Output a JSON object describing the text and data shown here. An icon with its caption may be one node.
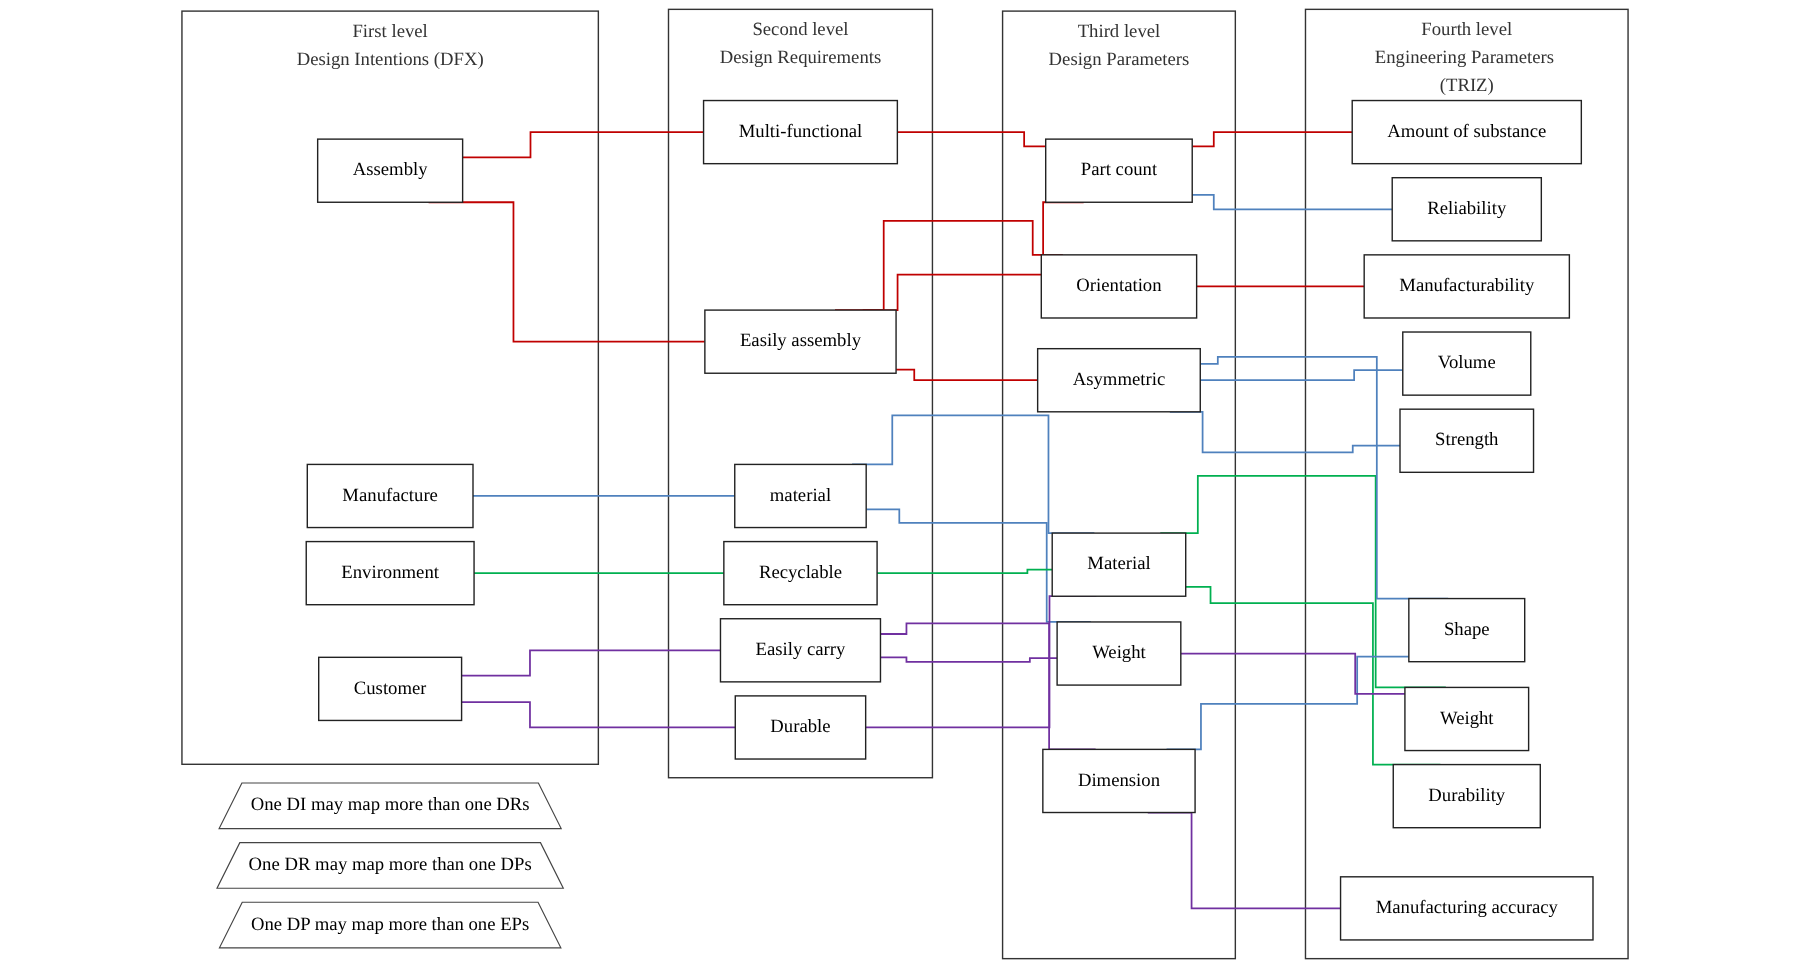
{
  "diagram": {
    "nodes": [
      {
        "text": [
          "First level",
          "Design Intentions (DFX)"
        ]
      },
      {
        "text": [
          "Assembly"
        ],
        "in": 0
      },
      {
        "text": [
          "Manufacture"
        ],
        "in": 0
      },
      {
        "text": [
          "Environment"
        ],
        "in": 0
      },
      {
        "text": [
          "Customer"
        ],
        "in": 0
      },
      {
        "text": [
          "One DI may map more than one DRs"
        ]
      },
      {
        "text": [
          "Second level",
          "Design Requirements"
        ]
      },
      {
        "text": [
          "material"
        ],
        "in": 6
      },
      {
        "text": [
          "Easily carry"
        ],
        "in": 6
      },
      {
        "text": [
          "Recyclable"
        ],
        "in": 6
      },
      {
        "text": [
          "Multi-functional"
        ],
        "in": 6
      },
      {
        "text": [
          "Durable"
        ],
        "in": 6
      },
      {
        "text": [
          "Easily assembly"
        ],
        "in": 6
      },
      {
        "text": [
          "One DR may map more than one DPs"
        ]
      },
      {
        "text": [
          "Third level",
          "Design Parameters"
        ]
      },
      {
        "text": [
          "Part count"
        ],
        "in": 14
      },
      {
        "text": [
          "Material"
        ],
        "in": 14
      },
      {
        "text": [
          "Orientation"
        ],
        "in": 14
      },
      {
        "text": [
          "Asymmetric"
        ],
        "in": 14
      },
      {
        "text": [
          "Dimension"
        ],
        "in": 14
      },
      {
        "text": [
          "Weight"
        ],
        "in": 14
      },
      {
        "text": [
          "One DP may map more than one EPs"
        ]
      },
      {
        "text": [
          "Fourth level",
          "Engineering Parameters (TRIZ)"
        ]
      },
      {
        "text": [
          "Shape"
        ],
        "in": 22
      },
      {
        "text": [
          "Weight"
        ],
        "in": 22
      },
      {
        "text": [
          "Volume"
        ],
        "in": 22
      },
      {
        "text": [
          "Durability"
        ],
        "in": 22
      },
      {
        "text": [
          "Amount of substance"
        ],
        "in": 22
      },
      {
        "text": [
          "Strength"
        ],
        "in": 22
      },
      {
        "text": [
          "Manufacturability"
        ],
        "in": 22
      },
      {
        "text": [
          "Manufacturing accuracy"
        ],
        "in": 22
      },
      {
        "text": [
          "Reliability"
        ],
        "in": 22
      }
    ],
    "edges": [
      {
        "from": 1,
        "to": 10,
        "arrow": "none",
        "color": "#c00000"
      },
      {
        "from": 1,
        "to": 12,
        "arrow": "none",
        "color": "#c00000"
      },
      {
        "from": 2,
        "to": 7,
        "arrow": "none",
        "color": "#4f81bd"
      },
      {
        "from": 3,
        "to": 9,
        "arrow": "none",
        "color": "#00b050"
      },
      {
        "from": 4,
        "to": 8,
        "arrow": "none",
        "color": "#7030a0"
      },
      {
        "from": 4,
        "to": 11,
        "arrow": "none",
        "color": "#7030a0"
      },
      {
        "from": 7,
        "to": 16,
        "arrow": "none",
        "color": "#4f81bd"
      },
      {
        "from": 7,
        "to": 20,
        "arrow": "none",
        "color": "#4f81bd"
      },
      {
        "from": 8,
        "to": 19,
        "arrow": "none",
        "color": "#7030a0"
      },
      {
        "from": 8,
        "to": 20,
        "arrow": "none",
        "color": "#7030a0"
      },
      {
        "from": 9,
        "to": 16,
        "arrow": "none",
        "color": "#00b050"
      },
      {
        "from": 10,
        "to": 15,
        "arrow": "none",
        "color": "#c00000"
      },
      {
        "from": 11,
        "to": 16,
        "arrow": "none",
        "color": "#7030a0"
      },
      {
        "from": 12,
        "to": 17,
        "arrow": "none",
        "color": "#c00000"
      },
      {
        "from": 12,
        "to": 15,
        "arrow": "none",
        "color": "#c00000"
      },
      {
        "from": 12,
        "to": 18,
        "arrow": "none",
        "color": "#c00000"
      },
      {
        "from": 15,
        "to": 27,
        "arrow": "none",
        "color": "#c00000"
      },
      {
        "from": 15,
        "to": 31,
        "arrow": "none",
        "color": "#4f81bd"
      },
      {
        "from": 16,
        "to": 24,
        "arrow": "none",
        "color": "#00b050"
      },
      {
        "from": 16,
        "to": 26,
        "arrow": "none",
        "color": "#00b050"
      },
      {
        "from": 17,
        "to": 29,
        "arrow": "none",
        "color": "#c00000"
      },
      {
        "from": 18,
        "to": 23,
        "arrow": "none",
        "color": "#4f81bd"
      },
      {
        "from": 18,
        "to": 25,
        "arrow": "none",
        "color": "#4f81bd"
      },
      {
        "from": 18,
        "to": 28,
        "arrow": "none",
        "color": "#4f81bd"
      },
      {
        "from": 19,
        "to": 23,
        "arrow": "none",
        "color": "#4f81bd"
      },
      {
        "from": 19,
        "to": 30,
        "arrow": "none",
        "color": "#7030a0"
      },
      {
        "from": 20,
        "to": 24,
        "arrow": "none",
        "color": "#7030a0"
      }
    ]
  }
}
